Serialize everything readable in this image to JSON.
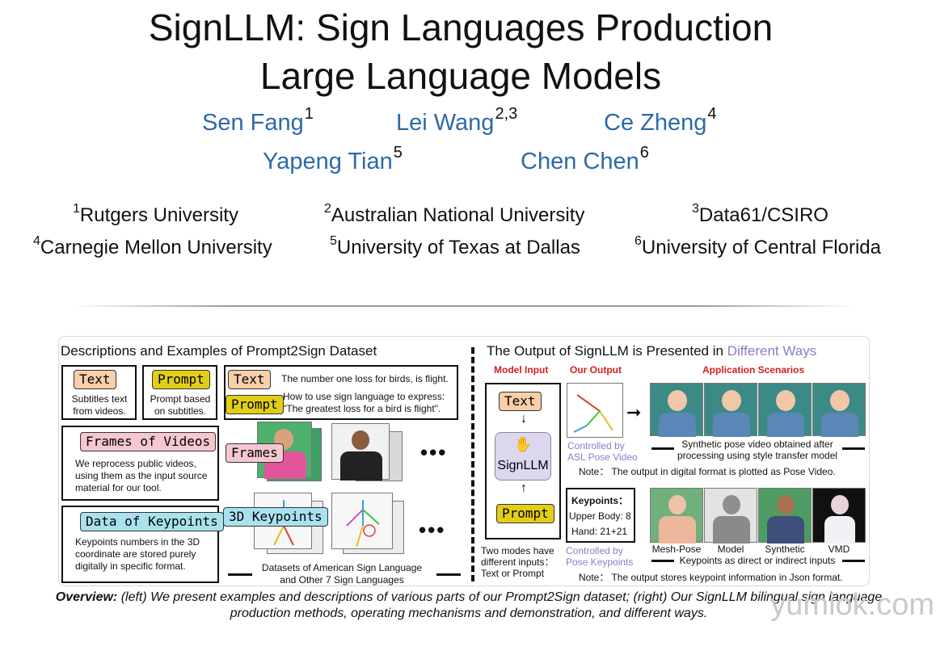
{
  "title": {
    "line1": "SignLLM: Sign Languages Production",
    "line2": "Large Language Models"
  },
  "authors": [
    {
      "name": "Sen Fang",
      "sup": "1"
    },
    {
      "name": "Lei Wang",
      "sup": "2,3"
    },
    {
      "name": "Ce Zheng",
      "sup": "4"
    },
    {
      "name": "Yapeng Tian",
      "sup": "5"
    },
    {
      "name": "Chen Chen",
      "sup": "6"
    }
  ],
  "affiliations": [
    {
      "sup": "1",
      "name": "Rutgers University"
    },
    {
      "sup": "2",
      "name": "Australian National University"
    },
    {
      "sup": "3",
      "name": "Data61/CSIRO"
    },
    {
      "sup": "4",
      "name": "Carnegie Mellon University"
    },
    {
      "sup": "5",
      "name": "University of Texas at Dallas"
    },
    {
      "sup": "6",
      "name": "University of Central Florida"
    }
  ],
  "figure": {
    "left_title": "Descriptions and Examples of Prompt2Sign Dataset",
    "right_title_a": "The Output of SignLLM is Presented in",
    "right_title_b": "Different Ways",
    "text_tag": "Text",
    "prompt_tag": "Prompt",
    "frames_tag": "Frames of Videos",
    "keypoints_tag": "Data of Keypoints",
    "frames_short": "Frames",
    "keypoints_short": "3D Keypoints",
    "text_desc": "Subtitles text from videos.",
    "prompt_desc": "Prompt based on subtitles.",
    "text_example": "The number one loss for birds, is flight.",
    "prompt_example_1": "How to use sign language to express:",
    "prompt_example_2": "\"The greatest loss for a bird is flight\".",
    "frames_desc": "We reprocess public videos, using them as the input source material for our tool.",
    "keypoints_desc": "Keypoints numbers in the 3D coordinate are stored purely digitally in specific format.",
    "datasets_1": "Datasets of American Sign Language",
    "datasets_2": "and Other 7 Sign Languages",
    "ellipsis": "•••",
    "col_model_input": "Model Input",
    "col_our_output": "Our Output",
    "col_app": "Application Scenarios",
    "model_name": "SignLLM",
    "controlled_asl_1": "Controlled by",
    "controlled_asl_2": "ASL Pose Video",
    "controlled_kp_1": "Controlled by",
    "controlled_kp_2": "Pose Keypoints",
    "synthetic_1": "Synthetic pose video obtained after",
    "synthetic_2": "processing using style transfer model",
    "note_digital": "Note： The output in digital format is plotted as Pose Video.",
    "keypoints_head": "Keypoints：",
    "upper_body": "Upper Body: 8",
    "hand": "Hand: 21+21",
    "modes_1": "Two modes have",
    "modes_2": "different inputs：",
    "modes_3": "Text  or  Prompt",
    "scenes": [
      "Mesh-Pose",
      "Model",
      "Synthetic",
      "VMD"
    ],
    "kp_inputs": "Keypoints as direct or indirect inputs",
    "note_json": "Note： The output stores keypoint information in Json format."
  },
  "caption": {
    "bold": "Overview:",
    "rest": " (left) We present examples and descriptions of various parts of our Prompt2Sign dataset; (right) Our SignLLM bilingual sign language production methods, operating mechanisms and demonstration, and different ways."
  },
  "watermark": "yumiok.com",
  "colors": {
    "author_blue": "#2c6aa8",
    "accent_red": "#d41f1f",
    "accent_purple": "#8a7bc8"
  }
}
